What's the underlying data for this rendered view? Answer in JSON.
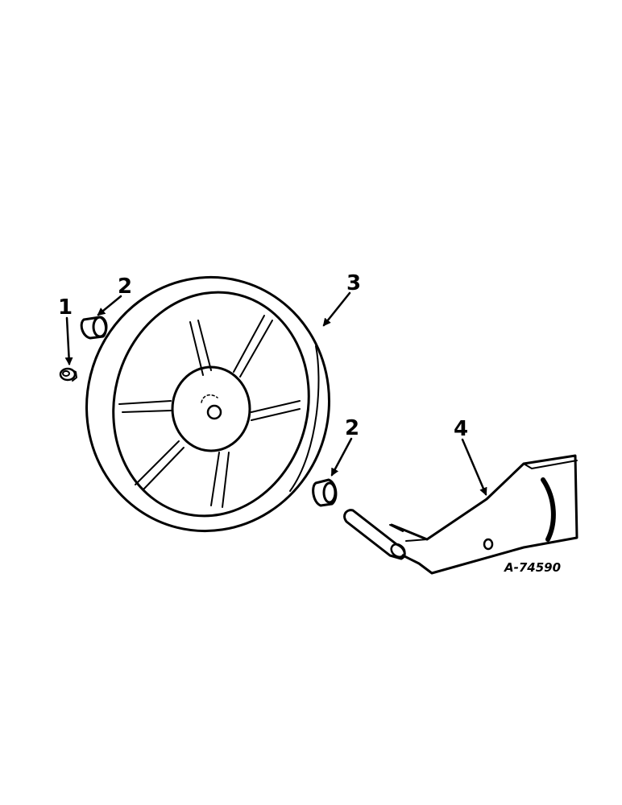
{
  "callouts": {
    "nut": "1",
    "bushing_left": "2",
    "wheel": "3",
    "bushing_right": "2",
    "arm": "4"
  },
  "drawing_id": "A-74590"
}
